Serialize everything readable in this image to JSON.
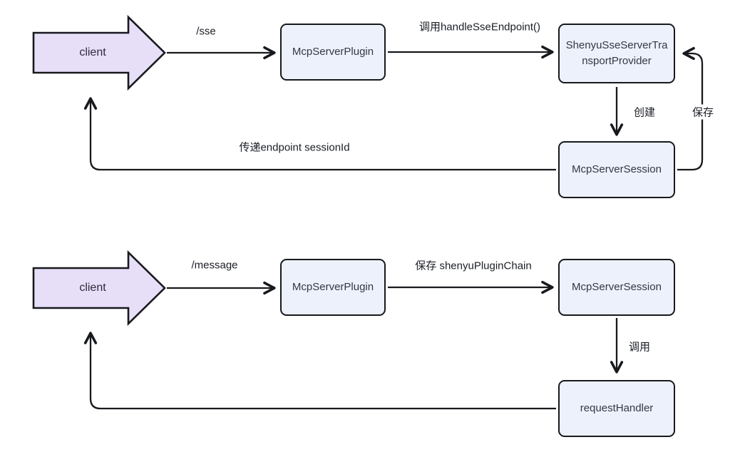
{
  "diagram_title": "ShenYu MCP SSE plugin flow diagram",
  "colors": {
    "background": "#ffffff",
    "client_arrow_fill": "#e7def8",
    "node_fill": "#edf1fb",
    "stroke": "#17191d",
    "node_text": "#323845",
    "label_text": "#1b1e26"
  },
  "flows": {
    "sse": {
      "client_label": "client",
      "request_path": "/sse",
      "plugin": "McpServerPlugin",
      "call_label": "调用handleSseEndpoint()",
      "transport": "ShenyuSseServerTransportProvider",
      "create_label": "创建",
      "save_label": "保存",
      "session": "McpServerSession",
      "return_label": "传递endpoint sessionId"
    },
    "message": {
      "client_label": "client",
      "request_path": "/message",
      "plugin": "McpServerPlugin",
      "save_chain_label": "保存 shenyuPluginChain",
      "session": "McpServerSession",
      "call_label": "调用",
      "handler": "requestHandler"
    }
  }
}
